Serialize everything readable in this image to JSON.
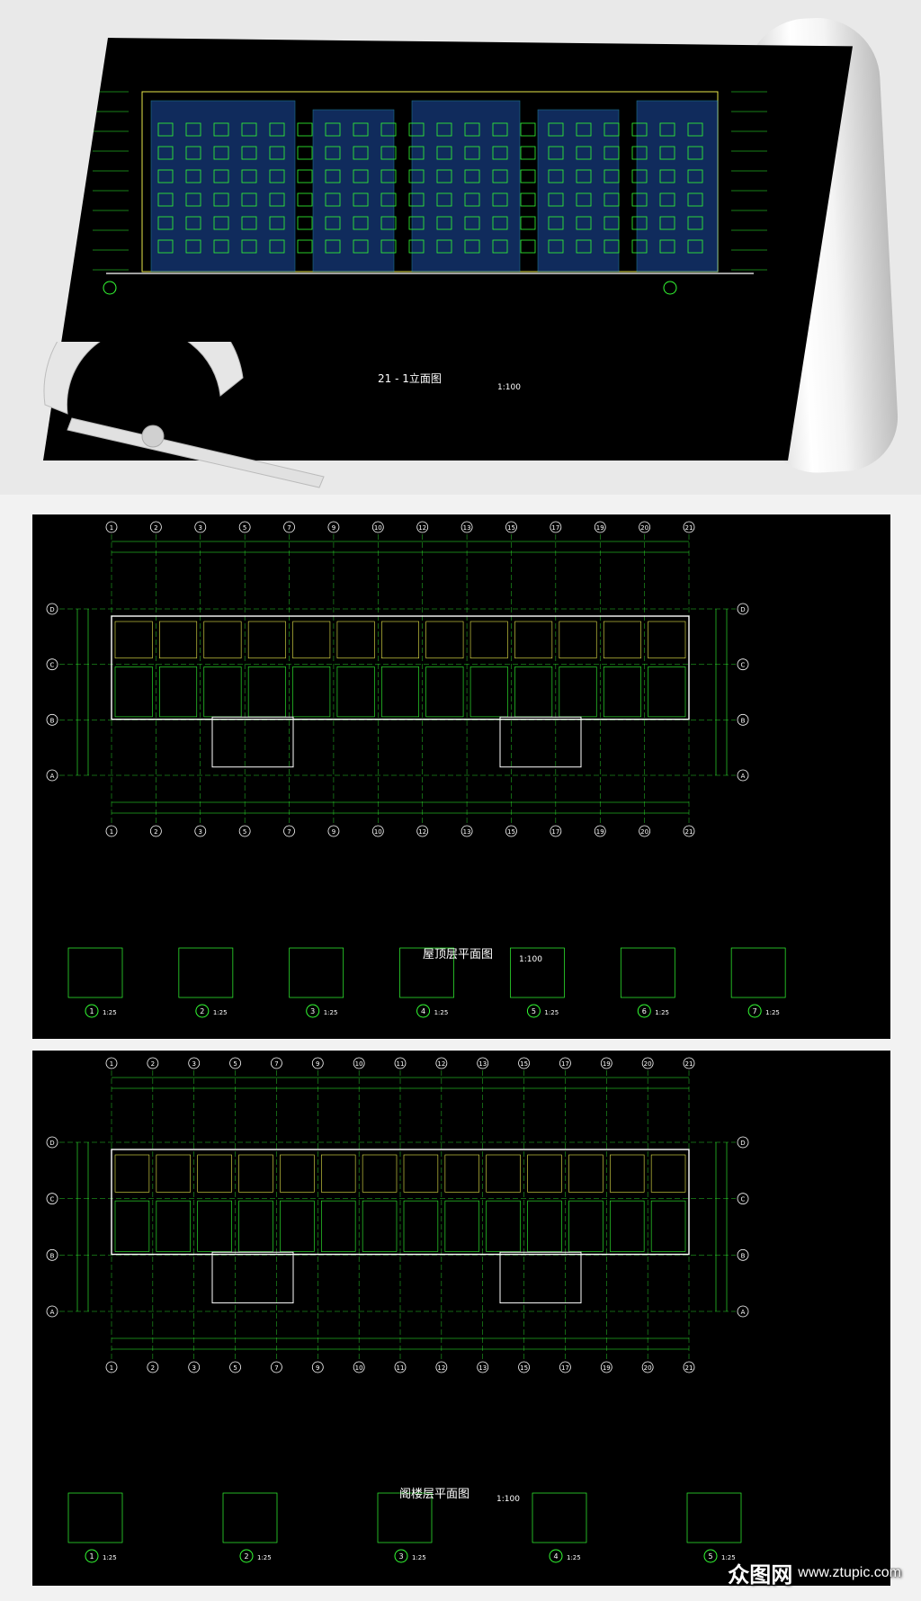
{
  "elevation": {
    "title": "21 - 1立面图",
    "scale": "1:100"
  },
  "roof_plan": {
    "title": "屋顶层平面图",
    "scale": "1:100",
    "axis_top": [
      "1",
      "2",
      "3",
      "5",
      "7",
      "9",
      "10",
      "12",
      "13",
      "15",
      "17",
      "19",
      "20",
      "21"
    ],
    "axis_side": [
      "D",
      "C",
      "B",
      "A"
    ],
    "details": [
      {
        "num": "1",
        "scale": "1:25"
      },
      {
        "num": "2",
        "scale": "1:25"
      },
      {
        "num": "3",
        "scale": "1:25"
      },
      {
        "num": "4",
        "scale": "1:25"
      },
      {
        "num": "5",
        "scale": "1:25"
      },
      {
        "num": "6",
        "scale": "1:25"
      },
      {
        "num": "7",
        "scale": "1:25"
      }
    ]
  },
  "attic_plan": {
    "title": "阁楼层平面图",
    "scale": "1:100",
    "axis_top": [
      "1",
      "2",
      "3",
      "5",
      "7",
      "9",
      "10",
      "11",
      "12",
      "13",
      "15",
      "17",
      "19",
      "20",
      "21"
    ],
    "axis_side": [
      "D",
      "C",
      "B",
      "A"
    ],
    "details": [
      {
        "num": "1",
        "scale": "1:25"
      },
      {
        "num": "2",
        "scale": "1:25"
      },
      {
        "num": "3",
        "scale": "1:25"
      },
      {
        "num": "4",
        "scale": "1:25"
      },
      {
        "num": "5",
        "scale": "1:25"
      }
    ]
  },
  "watermark": {
    "logo": "众图网",
    "url": "www.ztupic.com"
  },
  "colors": {
    "background": "#000000",
    "grid_green": "#33ff33",
    "wall_white": "#ffffff",
    "facade_blue": "#1e4fa8",
    "window_yellow": "#e8e84a",
    "accent_cyan": "#33ccff"
  }
}
